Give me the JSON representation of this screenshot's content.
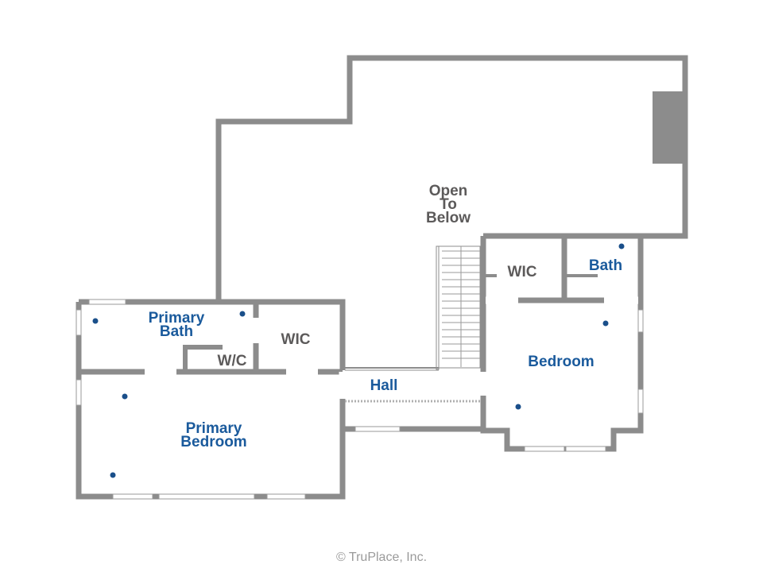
{
  "floorplan": {
    "rooms": {
      "open_to_below": "Open\nTo\nBelow",
      "wic_upper": "WIC",
      "bath": "Bath",
      "bedroom": "Bedroom",
      "hall": "Hall",
      "primary_bath": "Primary\nBath",
      "wic_primary": "WIC",
      "wc": "W/C",
      "primary_bedroom": "Primary\nBedroom"
    },
    "colors": {
      "wall": "#8c8c8c",
      "room_label_blue": "#1a5a9c",
      "room_label_gray": "#5c5a5a",
      "light_dot": "#1a4f8a"
    }
  },
  "footer": {
    "copyright": "© TruPlace, Inc."
  }
}
